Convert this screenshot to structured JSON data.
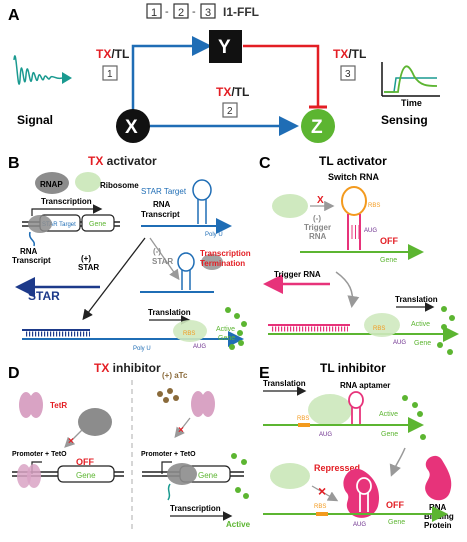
{
  "panels": {
    "A": {
      "letter": "A",
      "title_parts": [
        "1",
        "-",
        "2",
        "-",
        "3",
        "I1-FFL"
      ],
      "node_x": "X",
      "node_y": "Y",
      "node_z": "Z",
      "edge1": {
        "tx": "TX",
        "sep": "/TL",
        "num": "1"
      },
      "edge2": {
        "tx": "TX",
        "sep": "/TL",
        "num": "2"
      },
      "edge3": {
        "tx": "TX",
        "sep": "/TL",
        "num": "3"
      },
      "signal_label": "Signal",
      "sensing_label": "Sensing",
      "time_label": "Time"
    },
    "B": {
      "letter": "B",
      "title_tx": "TX",
      "title_rest": " activator",
      "rnap": "RNAP",
      "ribosome": "Ribosome",
      "transcription": "Transcription",
      "star_target_box": "STAR Target",
      "gene_box": "Gene",
      "rna_transcript": "RNA",
      "rna_transcript2": "Transcript",
      "star_target": "STAR Target",
      "star_rna": "RNA",
      "star_transcript": "Transcript",
      "poly_u1": "Poly U",
      "plus": "(+)",
      "plus_star": "STAR",
      "minus": "(-)",
      "minus_star": "STAR",
      "tx_term1": "Transcription",
      "tx_term2": "Termination",
      "star_label": "STAR",
      "translation": "Translation",
      "poly_u2": "Poly U",
      "rbs": "RBS",
      "aug": "AUG",
      "active": "Active",
      "gene": "Gene"
    },
    "C": {
      "letter": "C",
      "title": "TL activator",
      "switch_rna": "Switch RNA",
      "x_mark": "X",
      "minus": "(-)",
      "trigger1": "Trigger",
      "trigger2": "RNA",
      "rbs": "RBS",
      "aug": "AUG",
      "off": "OFF",
      "gene": "Gene",
      "trigger_rna": "Trigger RNA",
      "translation": "Translation",
      "rbs2": "RBS",
      "aug2": "AUG",
      "active": "Active",
      "gene2": "Gene"
    },
    "D": {
      "letter": "D",
      "title_tx": "TX",
      "title_rest": " inhibitor",
      "tetr": "TetR",
      "atc": "(+) aTc",
      "promoter1": "Promoter + TetO",
      "off": "OFF",
      "gene1": "Gene",
      "promoter2": "Promoter + TetO",
      "gene2": "Gene",
      "transcription": "Transcription",
      "active": "Active"
    },
    "E": {
      "letter": "E",
      "title": "TL inhibitor",
      "translation": "Translation",
      "rna_aptamer": "RNA aptamer",
      "rbs1": "RBS",
      "aug1": "AUG",
      "active": "Active",
      "gene1": "Gene",
      "repressed": "Repressed",
      "rbs2": "RBS",
      "aug2": "AUG",
      "off": "OFF",
      "gene2": "Gene",
      "rbp1": "RNA",
      "rbp2": "Binding",
      "rbp3": "Protein"
    }
  },
  "colors": {
    "red": "#e31e24",
    "blue": "#1f6db5",
    "green": "#5cb531",
    "navy": "#1d3a8a",
    "teal": "#1a9a90",
    "pink": "#e7337a",
    "orange": "#f39a1e",
    "purple": "#6b2c8c",
    "gray": "#8c8c8c"
  }
}
